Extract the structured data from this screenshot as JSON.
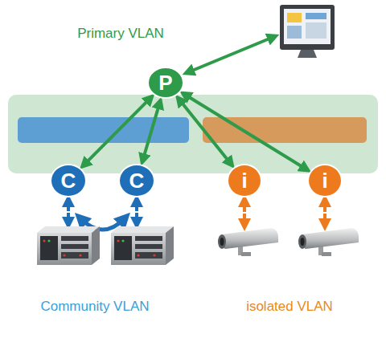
{
  "diagram": {
    "nodes": [
      {
        "text": [
          "P"
        ]
      },
      {
        "text": [
          "C"
        ]
      },
      {
        "text": [
          "C"
        ]
      },
      {
        "text": [
          "i"
        ]
      },
      {
        "text": [
          "i"
        ]
      }
    ],
    "edges": [
      {
        "from": 0,
        "to": 1,
        "arrow": "both"
      },
      {
        "from": 0,
        "to": 2,
        "arrow": "both"
      },
      {
        "from": 0,
        "to": 3,
        "arrow": "both"
      },
      {
        "from": 0,
        "to": 4,
        "arrow": "both"
      }
    ],
    "labels": [
      "Primary VLAN",
      "Community VLAN",
      "isolated VLAN"
    ]
  }
}
